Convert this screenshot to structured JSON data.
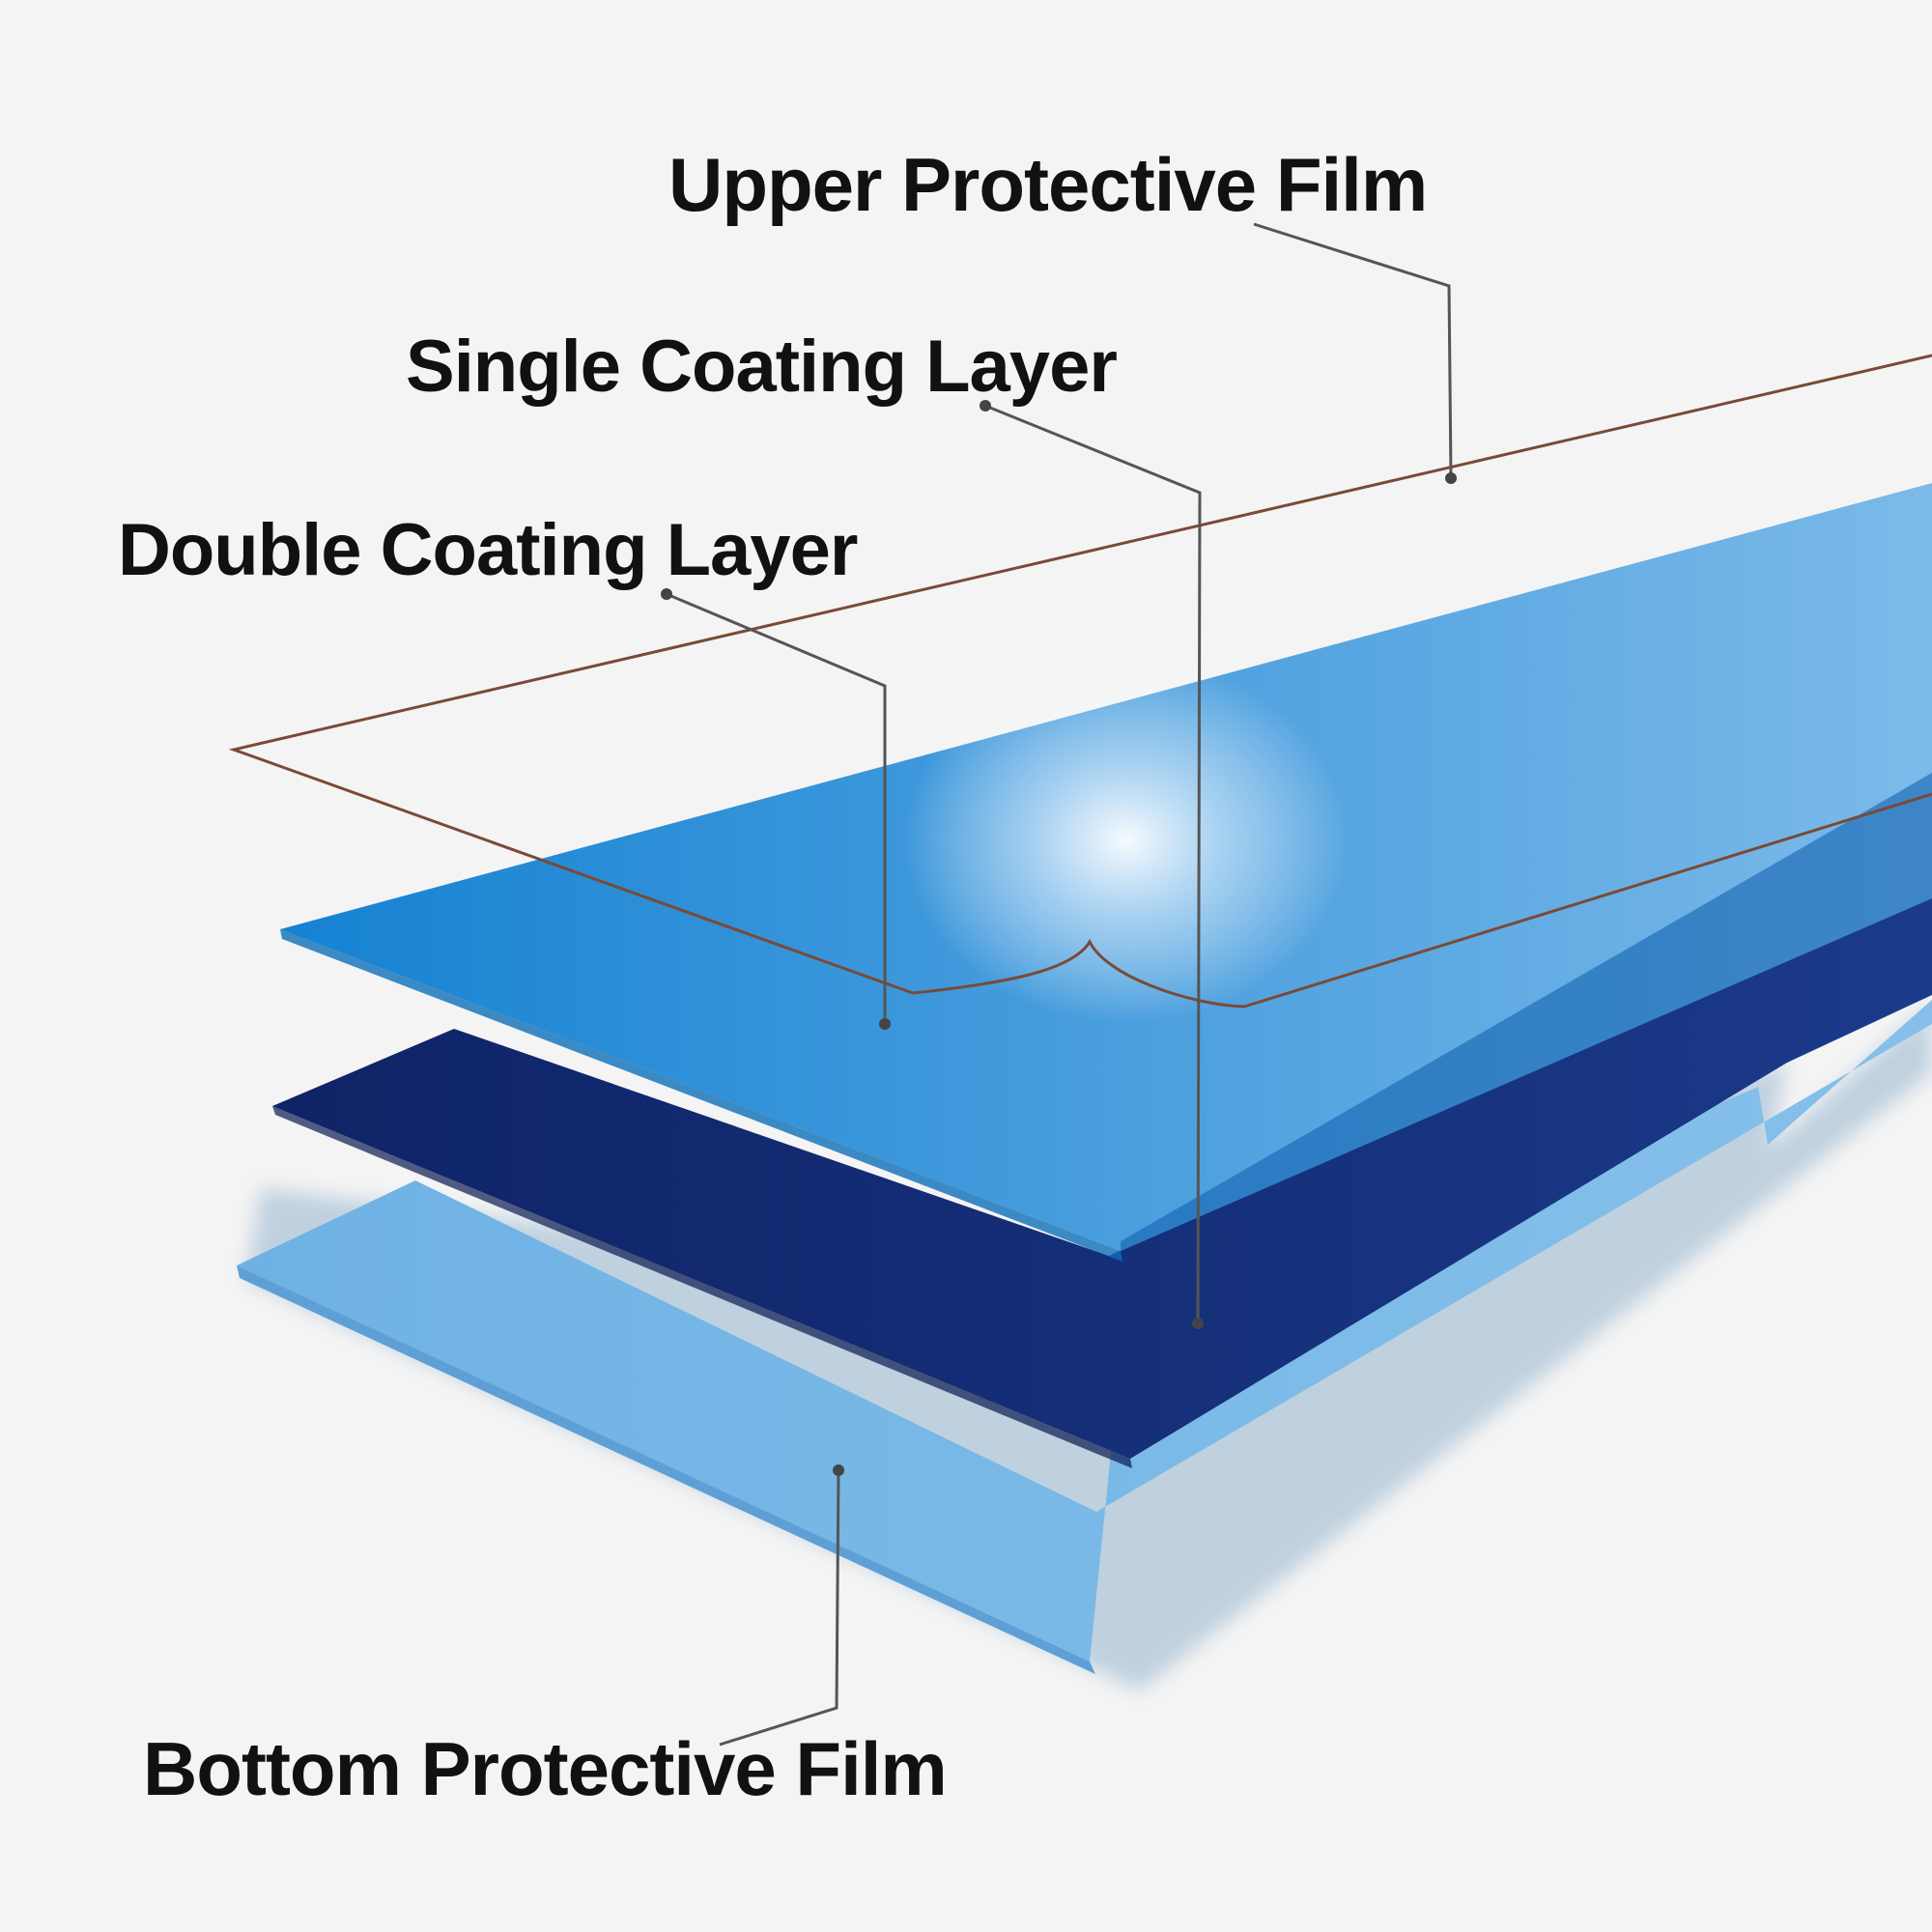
{
  "labels": {
    "upper_protective_film": "Upper Protective Film",
    "single_coating_layer": "Single Coating Layer",
    "double_coating_layer": "Double Coating Layer",
    "bottom_protective_film": "Bottom Protective Film"
  },
  "colors": {
    "background": "#f4f4f4",
    "upper_protective_film_outline": "#7a4a36",
    "double_coating_layer": "#1e8ad6",
    "single_coating_layer": "#142e78",
    "bottom_protective_film": "#7ab8e6",
    "leader_line": "#555555",
    "label_text": "#111111"
  }
}
